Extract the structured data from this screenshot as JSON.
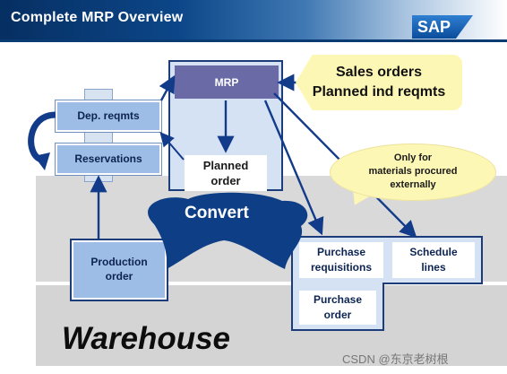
{
  "header": {
    "title": "Complete MRP Overview",
    "logo_text": "SAP"
  },
  "nodes": {
    "mrp": "MRP",
    "dep_reqmts": "Dep. reqmts",
    "reservations": "Reservations",
    "planned_order": [
      "Planned",
      "order"
    ],
    "production_order": [
      "Production",
      "order"
    ],
    "purchase_requisitions": [
      "Purchase",
      "requisitions"
    ],
    "schedule_lines": [
      "Schedule",
      "lines"
    ],
    "purchase_order": [
      "Purchase",
      "order"
    ]
  },
  "callouts": {
    "sales": [
      "Sales orders",
      "Planned ind reqmts"
    ],
    "external": [
      "Only for",
      "materials procured",
      "externally"
    ]
  },
  "labels": {
    "convert": "Convert",
    "warehouse": "Warehouse"
  },
  "watermark": "CSDN @东京老树根",
  "colors": {
    "header_dark": "#062f62",
    "node_fill": "#9dbde7",
    "mrp_fill": "#6a6aa6",
    "arrow": "#123b8a",
    "callout": "#fdf7b6"
  }
}
